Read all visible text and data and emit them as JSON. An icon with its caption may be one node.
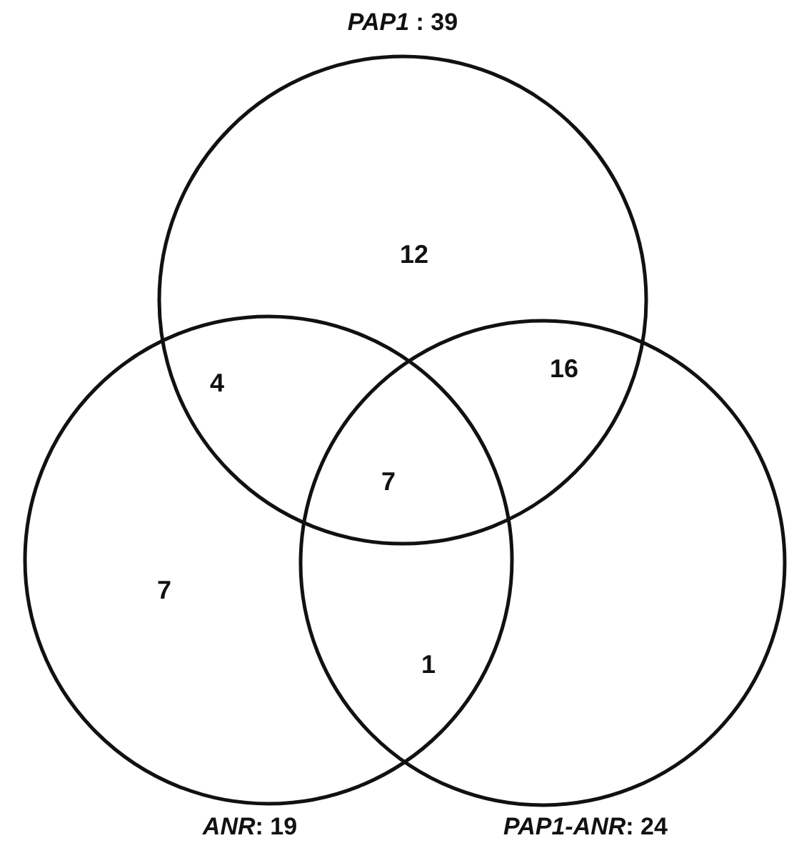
{
  "diagram": {
    "nodes": [
      {
        "text": [
          "*PAP1* : 39"
        ]
      },
      {
        "text": [
          "*ANR*: 19"
        ]
      },
      {
        "text": [
          "*PAP1-ANR*: 24"
        ]
      }
    ],
    "labels": [
      "12",
      "4",
      "16",
      "7",
      "7",
      "1"
    ]
  }
}
